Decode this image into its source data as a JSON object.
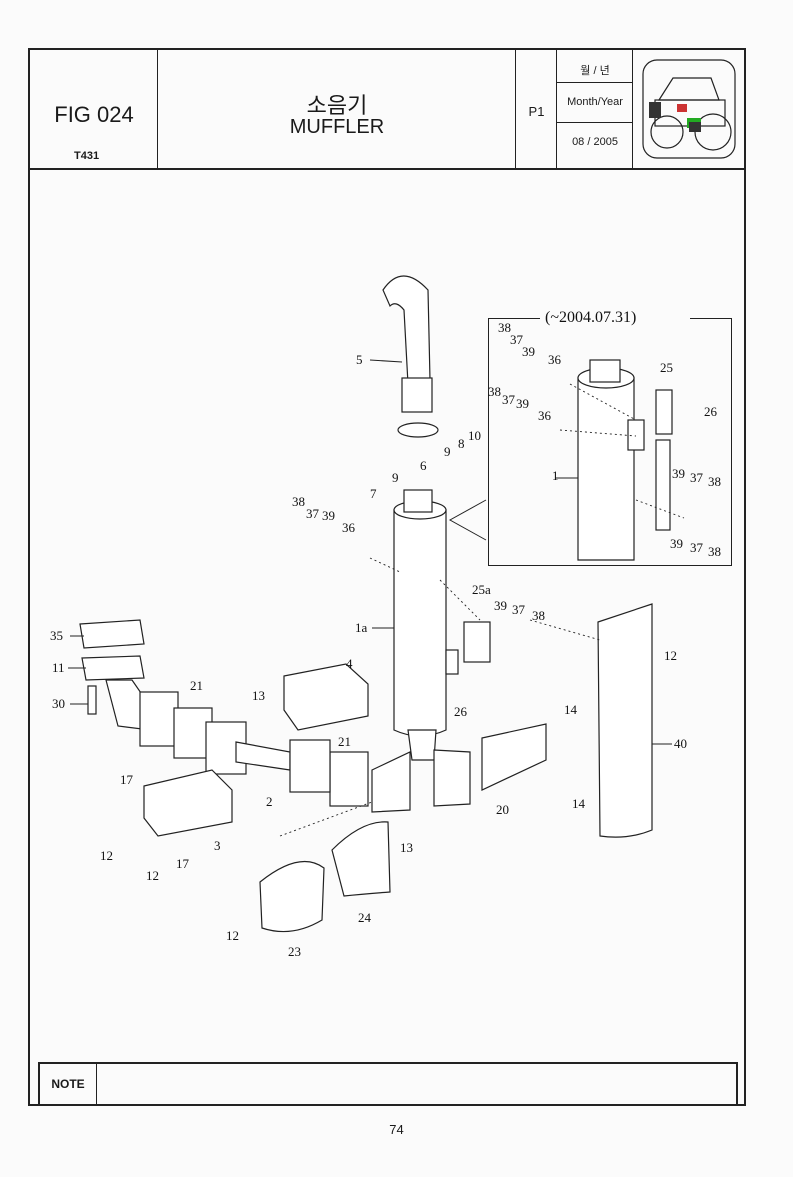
{
  "header": {
    "figure": "FIG 024",
    "model": "T431",
    "title_ko": "소음기",
    "title_en": "MUFFLER",
    "page_code": "P1",
    "date_label_ko": "월 / 년",
    "date_label_en": "Month/Year",
    "date_value": "08 / 2005",
    "icon": "tractor-icon"
  },
  "diagram": {
    "inset_caption": "(~2004.07.31)",
    "callouts": [
      "1",
      "1a",
      "2",
      "3",
      "4",
      "5",
      "6",
      "7",
      "8",
      "9",
      "10",
      "11",
      "12",
      "13",
      "14",
      "17",
      "20",
      "21",
      "23",
      "24",
      "25",
      "25a",
      "26",
      "30",
      "35",
      "36",
      "37",
      "38",
      "39",
      "40"
    ]
  },
  "note": {
    "label": "NOTE",
    "text": ""
  },
  "page_number": "74"
}
